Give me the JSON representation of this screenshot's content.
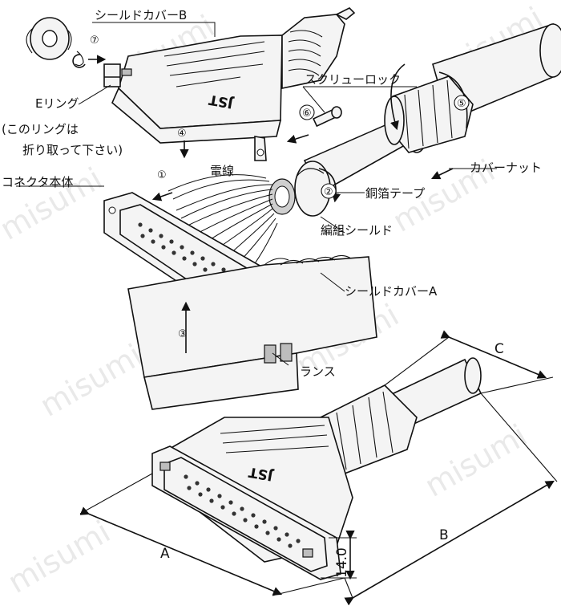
{
  "labels": {
    "shield_cover_b": "シールドカバーB",
    "e_ring": "Eリング",
    "e_ring_note_1": "(このリングは",
    "e_ring_note_2": "折り取って下さい)",
    "screw_lock": "スクリューロック",
    "cover_nut": "カバーナット",
    "wire": "電線",
    "connector_body": "コネクタ本体",
    "copper_foil_tape": "銅箔テープ",
    "braided_shield": "編組シールド",
    "shield_cover_a": "シールドカバーA",
    "lance": "ランス",
    "cover_brand": "JST"
  },
  "steps": [
    "①",
    "②",
    "③",
    "④",
    "⑤",
    "⑥",
    "⑦"
  ],
  "dimensions": {
    "a": "A",
    "b": "B",
    "c": "C",
    "height": "14.0"
  },
  "watermark": "misumi"
}
